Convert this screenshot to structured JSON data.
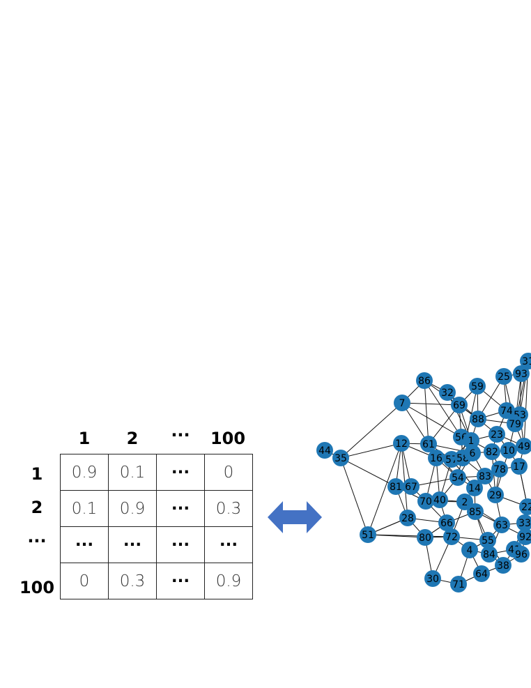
{
  "matrix": {
    "col_headers": [
      "1",
      "2",
      "···",
      "100"
    ],
    "row_headers": [
      "1",
      "2",
      "···",
      "100"
    ],
    "rows": [
      [
        "0.9",
        "0.1",
        "···",
        "0"
      ],
      [
        "0.1",
        "0.9",
        "···",
        "0.3"
      ],
      [
        "···",
        "···",
        "···",
        "···"
      ],
      [
        "0",
        "0.3",
        "···",
        "0.9"
      ]
    ]
  },
  "arrow": {
    "color": "#4472c4"
  },
  "graph": {
    "node_color": "#1f77b4",
    "edge_color": "#111111",
    "label_color": "#000000",
    "nodes": [
      {
        "id": "86"
      },
      {
        "id": "32"
      },
      {
        "id": "59"
      },
      {
        "id": "25"
      },
      {
        "id": "93"
      },
      {
        "id": "31"
      },
      {
        "id": "7"
      },
      {
        "id": "69"
      },
      {
        "id": "74"
      },
      {
        "id": "53"
      },
      {
        "id": "88"
      },
      {
        "id": "79"
      },
      {
        "id": "44"
      },
      {
        "id": "35"
      },
      {
        "id": "12"
      },
      {
        "id": "61"
      },
      {
        "id": "56"
      },
      {
        "id": "1"
      },
      {
        "id": "23"
      },
      {
        "id": "49"
      },
      {
        "id": "16"
      },
      {
        "id": "57"
      },
      {
        "id": "58"
      },
      {
        "id": "6"
      },
      {
        "id": "82"
      },
      {
        "id": "10"
      },
      {
        "id": "17"
      },
      {
        "id": "54"
      },
      {
        "id": "83"
      },
      {
        "id": "78"
      },
      {
        "id": "81"
      },
      {
        "id": "67"
      },
      {
        "id": "14"
      },
      {
        "id": "70"
      },
      {
        "id": "40"
      },
      {
        "id": "2"
      },
      {
        "id": "29"
      },
      {
        "id": "85"
      },
      {
        "id": "28"
      },
      {
        "id": "66"
      },
      {
        "id": "63"
      },
      {
        "id": "33"
      },
      {
        "id": "22"
      },
      {
        "id": "51"
      },
      {
        "id": "80"
      },
      {
        "id": "72"
      },
      {
        "id": "55"
      },
      {
        "id": "92"
      },
      {
        "id": "4"
      },
      {
        "id": "84"
      },
      {
        "id": "41"
      },
      {
        "id": "96"
      },
      {
        "id": "38"
      },
      {
        "id": "64"
      },
      {
        "id": "30"
      },
      {
        "id": "71"
      }
    ]
  }
}
